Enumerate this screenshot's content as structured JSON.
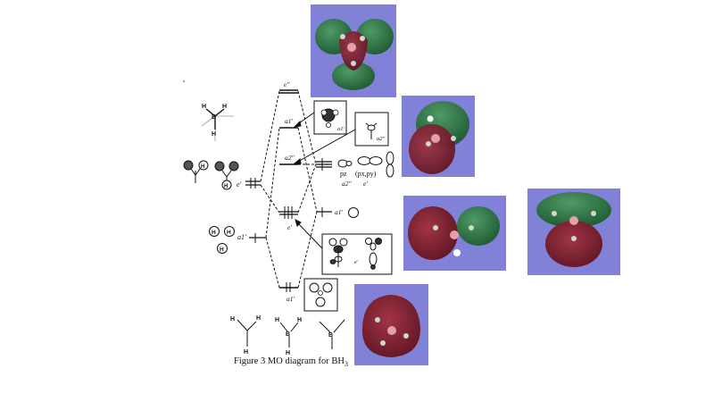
{
  "caption": {
    "text": "Figure 3 MO diagram for BH",
    "subscript": "3"
  },
  "labels": {
    "e_double_prime": "e\"",
    "a1_prime_upper": "a1'",
    "a2_double_prime_box": "a2\"",
    "a2_double_prime_mid": "a2\"",
    "e_prime_left": "e'",
    "e_prime_mid": "e'",
    "a1_prime_right": "a1'",
    "a1_prime_left": "a1'",
    "e_prime_box": "e'",
    "a1_prime_bottom": "a1'",
    "pz": "pz",
    "a2_double_prime_right": "a2\"",
    "px_py": "(px,py)",
    "e_prime_right": "e'",
    "atom_H": "H",
    "atom_B": "B"
  },
  "colors": {
    "panel_background": "#8181d8",
    "positive_lobe": "#2e7d4a",
    "negative_lobe": "#8a1f2e",
    "boron_atom": "#e3a0a8",
    "hydrogen_atom": "#d9d9d9",
    "line": "#111111"
  },
  "icons": {
    "orbital_renders": [
      "mo-lobe-render"
    ],
    "molecule_sketches": [
      "bh3-structure-sketch"
    ]
  }
}
